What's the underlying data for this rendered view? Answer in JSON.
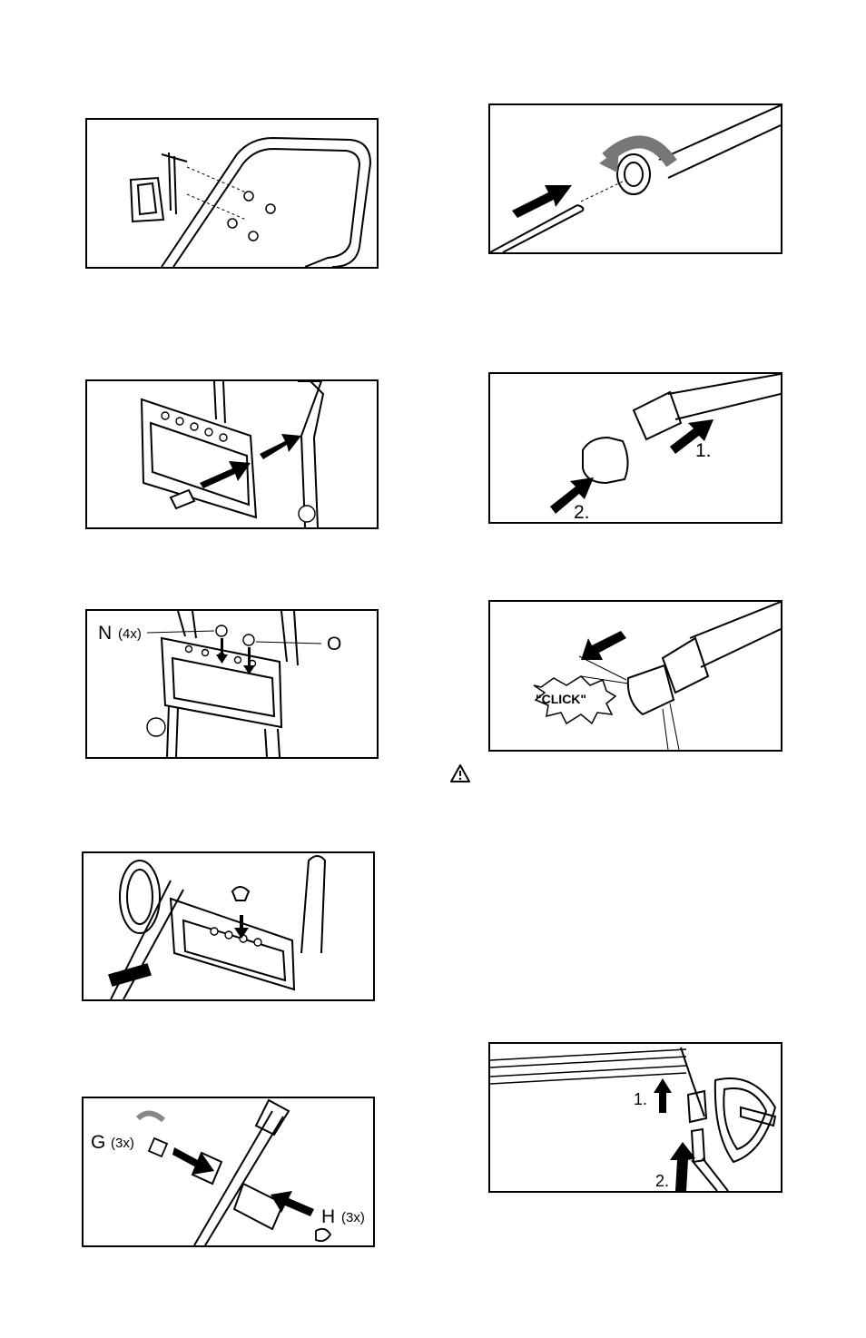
{
  "figures": {
    "fig_n": {
      "letter": "N",
      "count": "(4x)"
    },
    "fig_o": {
      "letter": "O"
    },
    "fig_g": {
      "letter": "G",
      "count": "(3x)"
    },
    "fig_h": {
      "letter": "H",
      "count": "(3x)"
    },
    "fig_quick_connect": {
      "step1": "1.",
      "step2": "2."
    },
    "fig_click": {
      "burst_text": "\"CLICK\""
    },
    "fig_gun": {
      "step1": "1.",
      "step2": "2."
    }
  },
  "icons": {
    "warning": "warning-triangle-icon"
  },
  "colors": {
    "ink": "#000000",
    "paper": "#ffffff",
    "shade": "#9a9a9a"
  }
}
